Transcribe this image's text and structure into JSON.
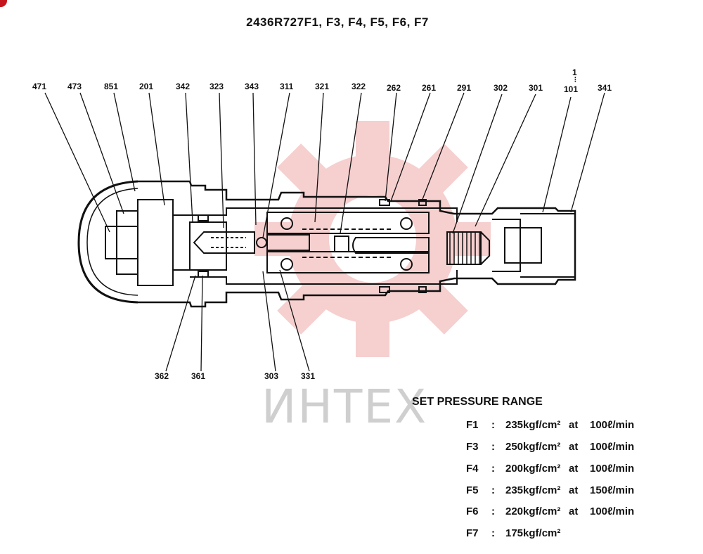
{
  "title": "2436R727F1, F3, F4, F5, F6, F7",
  "watermark": "ИНТЕХ",
  "part_labels": {
    "top": [
      "471",
      "473",
      "851",
      "201",
      "342",
      "323",
      "343",
      "311",
      "321",
      "322",
      "262",
      "261",
      "291",
      "302",
      "301",
      "101",
      "341"
    ],
    "top_extra": "1",
    "bottom": [
      "362",
      "361",
      "303",
      "331"
    ]
  },
  "set_pressure": {
    "heading": "SET PRESSURE RANGE",
    "rows": [
      {
        "code": "F1",
        "colon": ":",
        "pressure": "235kgf/cm²",
        "at": "at",
        "flow": "100ℓ/min"
      },
      {
        "code": "F3",
        "colon": ":",
        "pressure": "250kgf/cm²",
        "at": "at",
        "flow": "100ℓ/min"
      },
      {
        "code": "F4",
        "colon": ":",
        "pressure": "200kgf/cm²",
        "at": "at",
        "flow": "100ℓ/min"
      },
      {
        "code": "F5",
        "colon": ":",
        "pressure": "235kgf/cm²",
        "at": "at",
        "flow": "150ℓ/min"
      },
      {
        "code": "F6",
        "colon": ":",
        "pressure": "220kgf/cm²",
        "at": "at",
        "flow": "100ℓ/min"
      },
      {
        "code": "F7",
        "colon": ":",
        "pressure": "175kgf/cm²",
        "at": "",
        "flow": ""
      }
    ]
  },
  "colors": {
    "line": "#111111",
    "watermark_gear": "#f4c8c8",
    "watermark_text": "#cfcfcf",
    "corner": "#c4161c"
  }
}
